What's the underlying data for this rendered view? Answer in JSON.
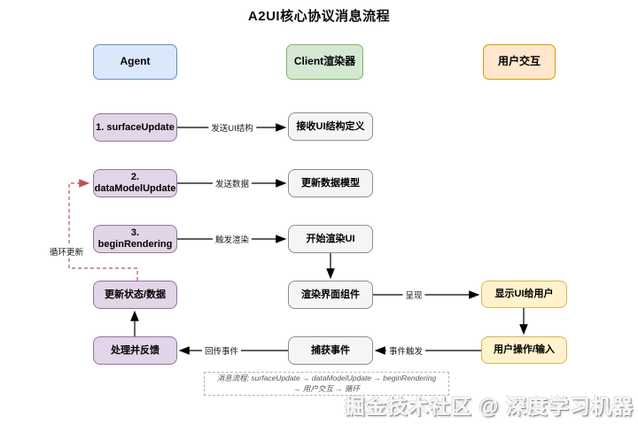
{
  "title": "A2UI核心协议消息流程",
  "columns": {
    "agent": {
      "label": "Agent"
    },
    "client": {
      "label": "Client渲染器"
    },
    "user": {
      "label": "用户交互"
    }
  },
  "nodes": {
    "surface_update": {
      "label": "1. surfaceUpdate"
    },
    "data_model_update": {
      "label": "2. dataModelUpdate"
    },
    "begin_rendering": {
      "label": "3. beginRendering"
    },
    "update_state": {
      "label": "更新状态/数据"
    },
    "process_feedback": {
      "label": "处理并反馈"
    },
    "receive_ui": {
      "label": "接收UI结构定义"
    },
    "update_data_model": {
      "label": "更新数据模型"
    },
    "start_render": {
      "label": "开始渲染UI"
    },
    "render_components": {
      "label": "渲染界面组件"
    },
    "capture_events": {
      "label": "捕获事件"
    },
    "show_ui": {
      "label": "显示UI给用户"
    },
    "user_input": {
      "label": "用户操作/输入"
    }
  },
  "edges": {
    "send_ui_structure": "发送UI结构",
    "send_data": "发送数据",
    "trigger_render": "触发渲染",
    "present": "呈现",
    "event_trigger": "事件触发",
    "return_event": "回传事件",
    "loop_update": "循环更新"
  },
  "note": {
    "line1": "消息流程: surfaceUpdate → dataModelUpdate → beginRendering",
    "line2": "→ 用户交互 → 循环"
  },
  "watermark": "掘金技术社区 @ 深度学习机器",
  "colors": {
    "blue-fill": "#dae8fc",
    "blue-stroke": "#6c8ebf",
    "green-fill": "#d5e8d4",
    "green-stroke": "#82b366",
    "orange-fill": "#ffe6cc",
    "orange-stroke": "#d79b00",
    "yellow-fill": "#fff2cc",
    "yellow-stroke": "#d6b656",
    "purple-fill": "#e1d5e7",
    "purple-stroke": "#9673a6",
    "gray-fill": "#f5f5f5",
    "gray-stroke": "#8c8c8c",
    "arrow-stroke": "#000000",
    "loop-stroke": "#b85450"
  }
}
